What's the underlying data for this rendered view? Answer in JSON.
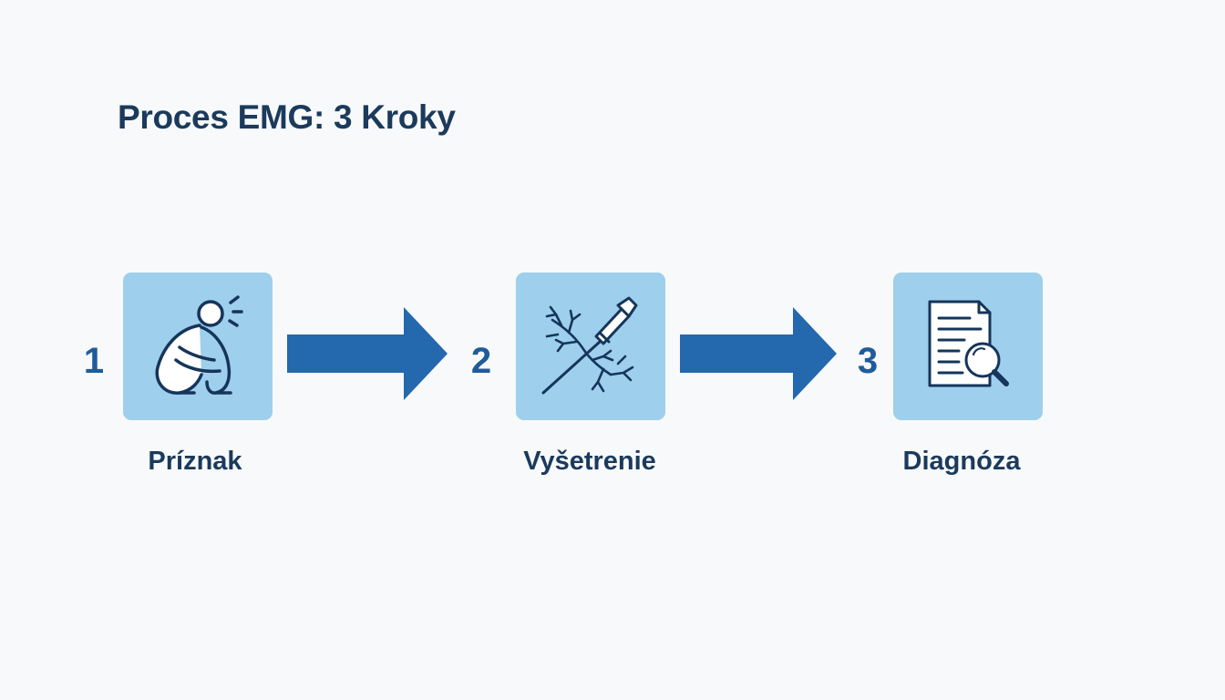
{
  "title": "Proces EMG: 3 Kroky",
  "colors": {
    "background": "#f8f9fa",
    "box_fill": "#9ecfec",
    "arrow": "#2468ae",
    "number": "#1f5c99",
    "text_dark": "#1b3a5c",
    "icon_stroke": "#15355a"
  },
  "steps": [
    {
      "number": "1",
      "label": "Príznak",
      "icon": "person-in-pain-icon"
    },
    {
      "number": "2",
      "label": "Vyšetrenie",
      "icon": "emg-needle-icon"
    },
    {
      "number": "3",
      "label": "Diagnóza",
      "icon": "report-magnifier-icon"
    }
  ]
}
